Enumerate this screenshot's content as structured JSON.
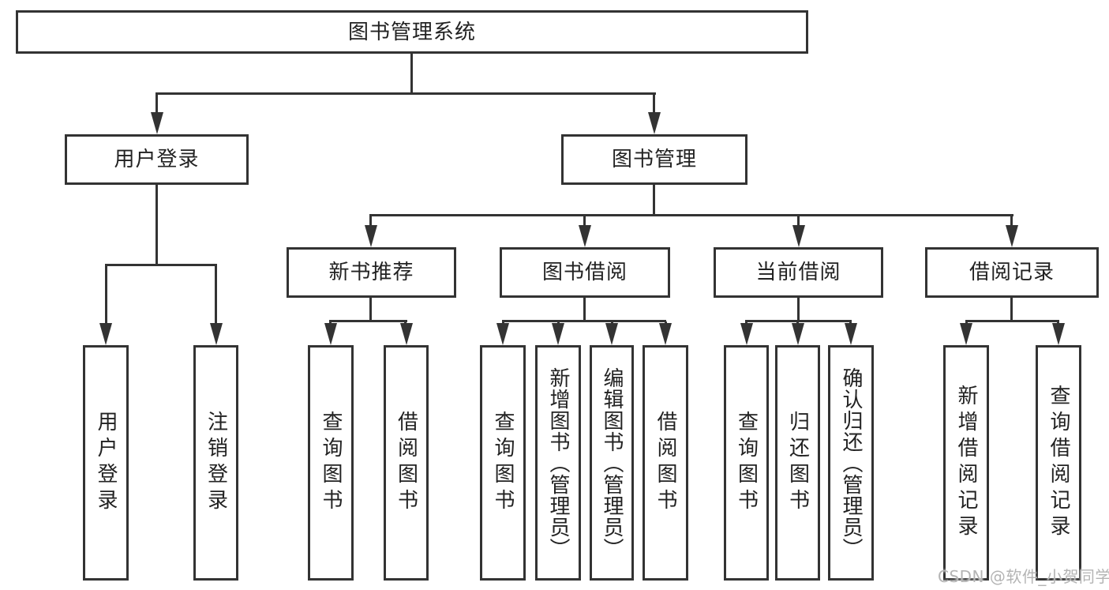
{
  "diagram": {
    "root": {
      "label": "图书管理系统",
      "children": [
        {
          "label": "用户登录",
          "children": [
            {
              "label": "用户登录"
            },
            {
              "label": "注销登录"
            }
          ]
        },
        {
          "label": "图书管理",
          "children": [
            {
              "label": "新书推荐",
              "children": [
                {
                  "label": "查询图书"
                },
                {
                  "label": "借阅图书"
                }
              ]
            },
            {
              "label": "图书借阅",
              "children": [
                {
                  "label": "查询图书"
                },
                {
                  "label": "新增图书（管理员）"
                },
                {
                  "label": "编辑图书（管理员）"
                },
                {
                  "label": "借阅图书"
                }
              ]
            },
            {
              "label": "当前借阅",
              "children": [
                {
                  "label": "查询图书"
                },
                {
                  "label": "归还图书"
                },
                {
                  "label": "确认归还（管理员）"
                }
              ]
            },
            {
              "label": "借阅记录",
              "children": [
                {
                  "label": "新增借阅记录"
                },
                {
                  "label": "查询借阅记录"
                }
              ]
            }
          ]
        }
      ]
    },
    "colors": {
      "line": "#333333",
      "text": "#222222",
      "background": "#ffffff",
      "watermark": "#b4b4b4"
    }
  },
  "watermark": {
    "text": "CSDN @软件_小贺同学"
  }
}
